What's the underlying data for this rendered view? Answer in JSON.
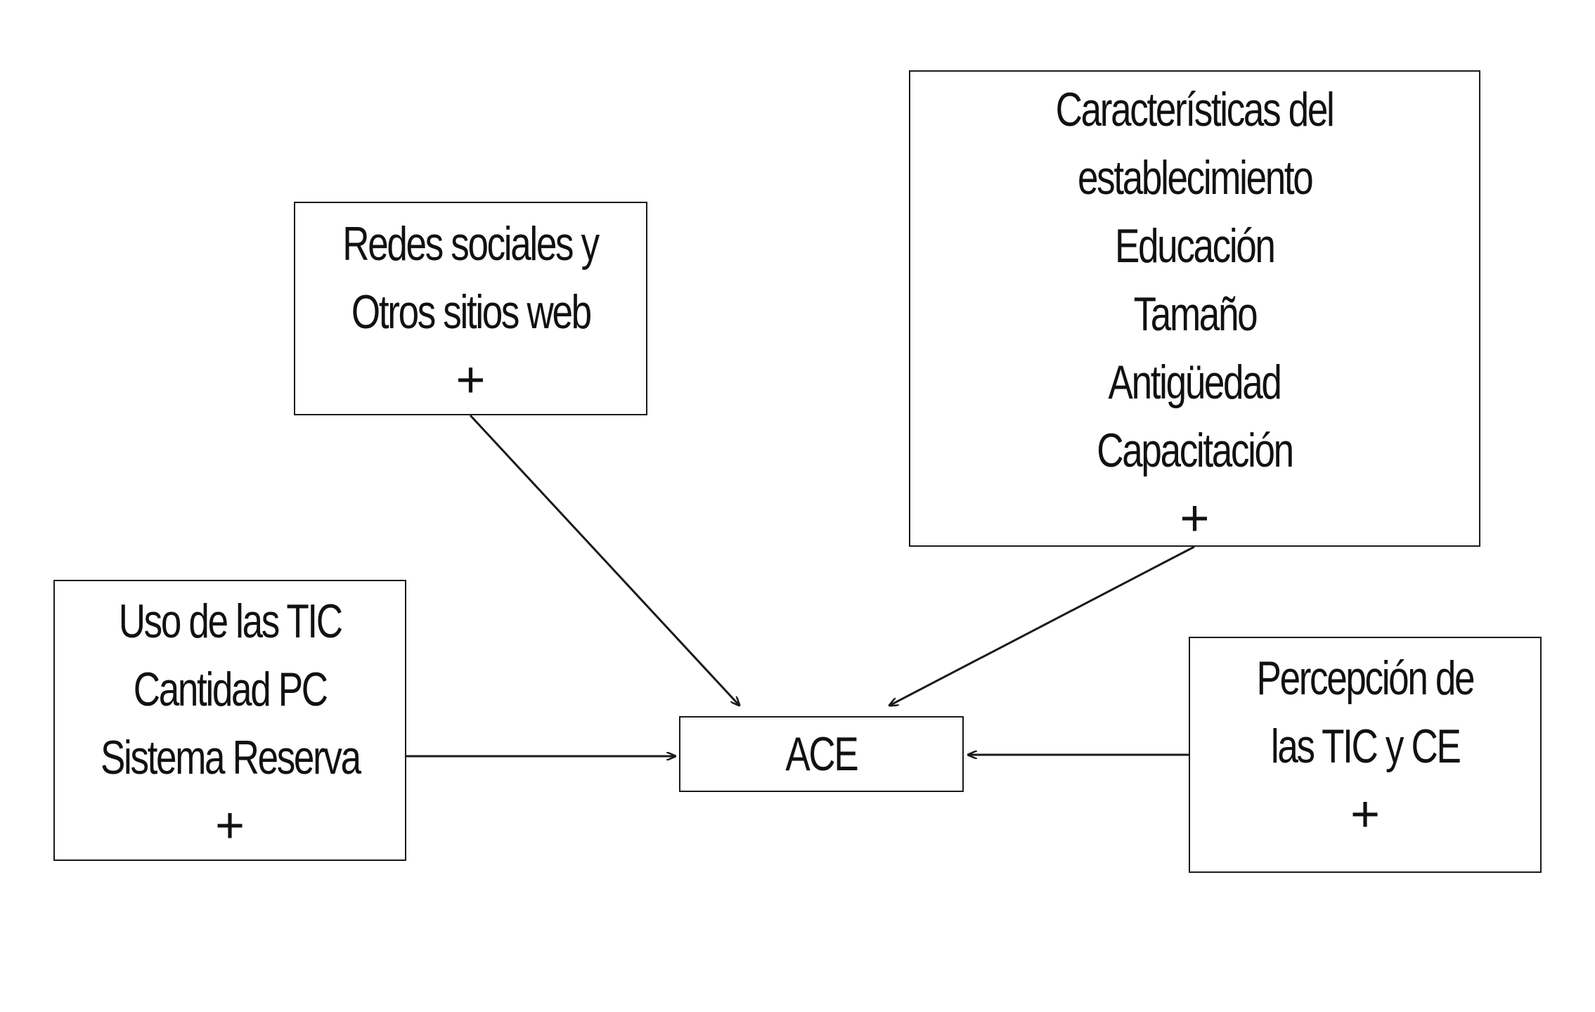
{
  "nodes": {
    "redes": {
      "lines": [
        "Redes sociales y",
        "Otros sitios web"
      ],
      "sign": "+"
    },
    "caracteristicas": {
      "lines": [
        "Características del",
        "establecimiento",
        "Educación",
        "Tamaño",
        "Antigüedad",
        "Capacitación"
      ],
      "sign": "+"
    },
    "uso": {
      "lines": [
        "Uso de las TIC",
        "Cantidad PC",
        "Sistema Reserva"
      ],
      "sign": "+"
    },
    "percepcion": {
      "lines": [
        "Percepción de",
        "las TIC y CE"
      ],
      "sign": "+"
    },
    "ace": {
      "label": "ACE"
    }
  },
  "edges": [
    {
      "from": "redes",
      "to": "ace"
    },
    {
      "from": "caracteristicas",
      "to": "ace"
    },
    {
      "from": "uso",
      "to": "ace"
    },
    {
      "from": "percepcion",
      "to": "ace"
    }
  ],
  "colors": {
    "stroke": "#1a1a1a",
    "background": "#ffffff"
  }
}
